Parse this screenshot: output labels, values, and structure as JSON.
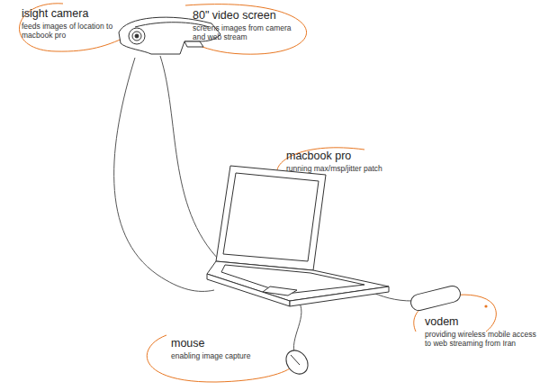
{
  "diagram": {
    "labels": [
      "isight camera",
      "feeds images of location to macbook pro",
      "80\" video screen",
      "screens images from camera and web stream",
      "macbook pro",
      "running max/msp/jitter patch",
      "vodem",
      "providing wireless mobile access to web streaming from Iran",
      "mouse",
      "enabling image capture"
    ]
  }
}
